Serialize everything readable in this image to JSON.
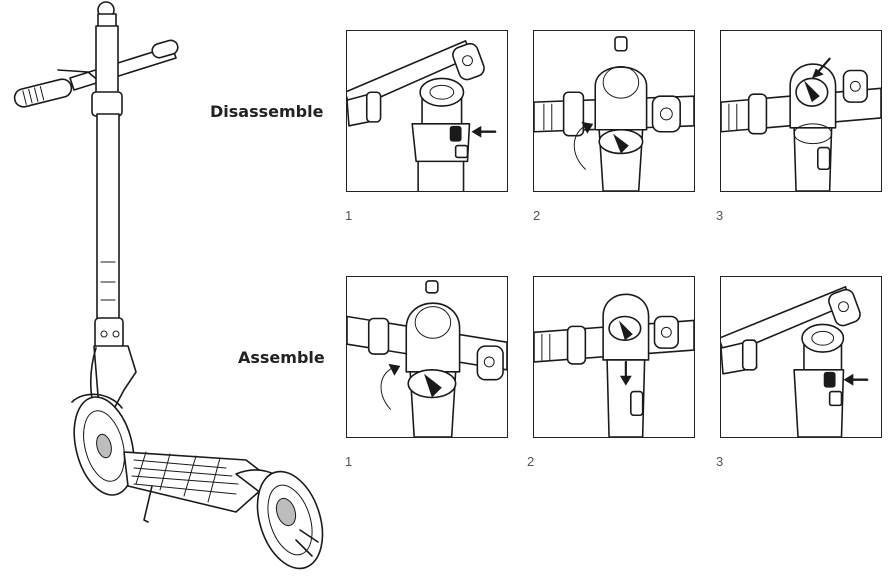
{
  "sections": {
    "disassemble": {
      "title": "Disassemble",
      "steps": [
        {
          "number": "1"
        },
        {
          "number": "2"
        },
        {
          "number": "3"
        }
      ]
    },
    "assemble": {
      "title": "Assemble",
      "steps": [
        {
          "number": "1"
        },
        {
          "number": "2"
        },
        {
          "number": "3"
        }
      ]
    }
  },
  "icons": {
    "scooter": "electric-scooter-illustration",
    "arrow": "direction-arrow"
  },
  "colors": {
    "line": "#1a1a1a",
    "frame_border": "#222222",
    "background": "#ffffff",
    "step_number": "#555555"
  }
}
